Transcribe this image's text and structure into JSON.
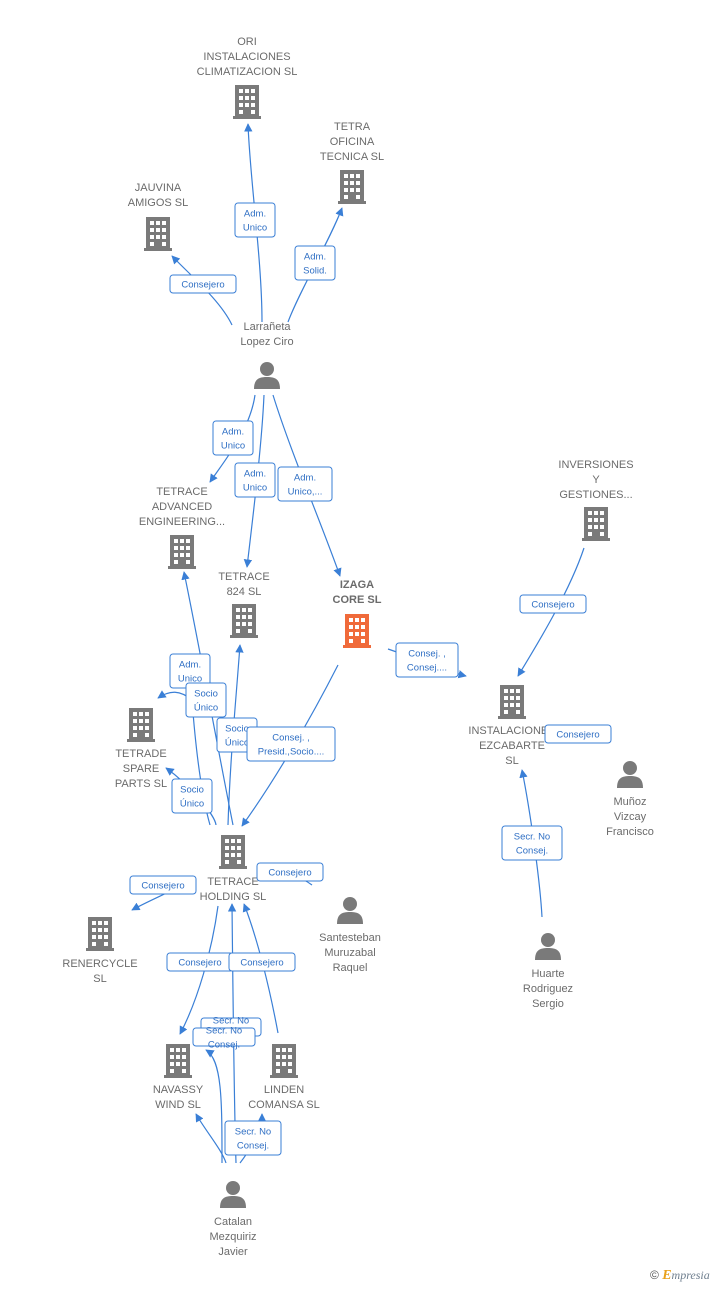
{
  "colors": {
    "edge": "#3a7fd6",
    "node": "#7a7a7a",
    "focus": "#f06a3a",
    "text": "#6b6b6b"
  },
  "nodes": [
    {
      "id": "ori",
      "type": "company",
      "lines": [
        "ORI",
        "INSTALACIONES",
        "CLIMATIZACION SL"
      ]
    },
    {
      "id": "tetra_oficina",
      "type": "company",
      "lines": [
        "TETRA",
        "OFICINA",
        "TECNICA SL"
      ]
    },
    {
      "id": "jauvina",
      "type": "company",
      "lines": [
        "JAUVINA",
        "AMIGOS SL"
      ]
    },
    {
      "id": "larraneta",
      "type": "person",
      "lines": [
        "Larrañeta",
        "Lopez Ciro"
      ]
    },
    {
      "id": "tetrace_adv",
      "type": "company",
      "lines": [
        "TETRACE",
        "ADVANCED",
        "ENGINEERING..."
      ]
    },
    {
      "id": "tetrace_824",
      "type": "company",
      "lines": [
        "TETRACE",
        "824  SL"
      ]
    },
    {
      "id": "izaga",
      "type": "company",
      "focus": true,
      "lines": [
        "IZAGA",
        "CORE  SL"
      ]
    },
    {
      "id": "inversiones",
      "type": "company",
      "lines": [
        "INVERSIONES",
        "Y",
        "GESTIONES..."
      ]
    },
    {
      "id": "instalaciones_ez",
      "type": "company",
      "lines": [
        "INSTALACIONES",
        "EZCABARTE",
        "SL"
      ]
    },
    {
      "id": "tetrade",
      "type": "company",
      "lines": [
        "TETRADE",
        "SPARE",
        "PARTS  SL"
      ]
    },
    {
      "id": "munoz",
      "type": "person",
      "lines": [
        "Muñoz",
        "Vizcay",
        "Francisco"
      ]
    },
    {
      "id": "tetrace_holding",
      "type": "company",
      "lines": [
        "TETRACE",
        "HOLDING  SL"
      ]
    },
    {
      "id": "santesteban",
      "type": "person",
      "lines": [
        "Santesteban",
        "Muruzabal",
        "Raquel"
      ]
    },
    {
      "id": "renercycle",
      "type": "company",
      "lines": [
        "RENERCYCLE",
        "SL"
      ]
    },
    {
      "id": "huarte",
      "type": "person",
      "lines": [
        "Huarte",
        "Rodriguez",
        "Sergio"
      ]
    },
    {
      "id": "navassy",
      "type": "company",
      "lines": [
        "NAVASSY",
        "WIND  SL"
      ]
    },
    {
      "id": "linden",
      "type": "company",
      "lines": [
        "LINDEN",
        "COMANSA SL"
      ]
    },
    {
      "id": "catalan",
      "type": "person",
      "lines": [
        "Catalan",
        "Mezquiriz",
        "Javier"
      ]
    }
  ],
  "relations": [
    {
      "id": "r1",
      "lines": [
        "Adm.",
        "Unico"
      ]
    },
    {
      "id": "r2",
      "lines": [
        "Adm.",
        "Solid."
      ]
    },
    {
      "id": "r3",
      "lines": [
        "Consejero"
      ]
    },
    {
      "id": "r4",
      "lines": [
        "Adm.",
        "Unico"
      ]
    },
    {
      "id": "r5",
      "lines": [
        "Adm.",
        "Unico"
      ]
    },
    {
      "id": "r6",
      "lines": [
        "Adm.",
        "Unico,..."
      ]
    },
    {
      "id": "r7",
      "lines": [
        "Consejero"
      ]
    },
    {
      "id": "r8",
      "lines": [
        "Consej. ,",
        "Consej...."
      ]
    },
    {
      "id": "r9",
      "lines": [
        "Consejero"
      ]
    },
    {
      "id": "r10",
      "lines": [
        "Adm.",
        "Unico"
      ]
    },
    {
      "id": "r11",
      "lines": [
        "Socio",
        "Único"
      ]
    },
    {
      "id": "r12",
      "lines": [
        "Socio",
        "Único"
      ]
    },
    {
      "id": "r13",
      "lines": [
        "Consej. ,",
        "Presid.,Socio...."
      ]
    },
    {
      "id": "r14",
      "lines": [
        "Socio",
        "Único"
      ]
    },
    {
      "id": "r15",
      "lines": [
        "Secr.  No",
        "Consej."
      ]
    },
    {
      "id": "r16",
      "lines": [
        "Consejero"
      ]
    },
    {
      "id": "r17",
      "lines": [
        "Consejero"
      ]
    },
    {
      "id": "r18",
      "lines": [
        "Consejero"
      ]
    },
    {
      "id": "r19",
      "lines": [
        "Consejero"
      ]
    },
    {
      "id": "r20",
      "lines": [
        "Secr.  No",
        "Consejero"
      ]
    },
    {
      "id": "r21",
      "lines": [
        "Secr.  No",
        "Consej."
      ]
    },
    {
      "id": "r22",
      "lines": [
        "Secr.  No",
        "Consej."
      ]
    }
  ],
  "footer": {
    "symbol": "©",
    "brand_initial": "E",
    "brand_rest": "mpresia"
  }
}
